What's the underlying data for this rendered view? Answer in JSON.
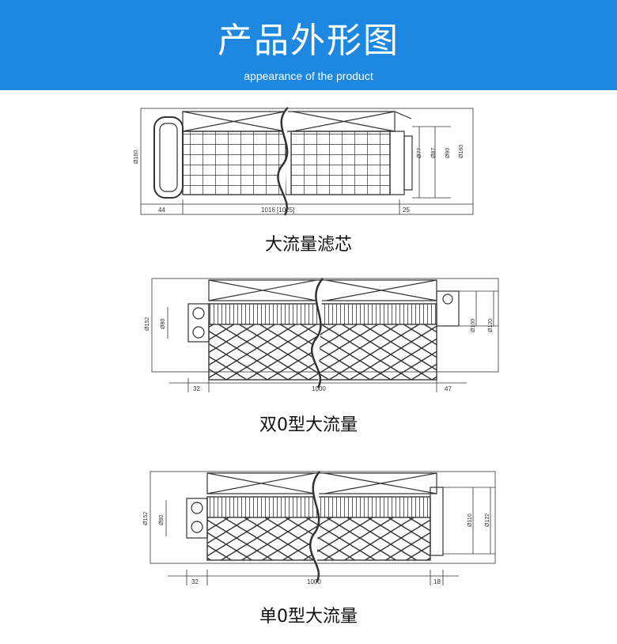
{
  "header": {
    "title": "产品外形图",
    "subtitle": "appearance of the product"
  },
  "figures": [
    {
      "caption": "大流量滤芯",
      "dims": {
        "left": "44",
        "length": "1016 [1025]",
        "right": "25",
        "height": "Ø160",
        "d1": "Ø77",
        "d2": "Ø87",
        "d3": "Ø90",
        "d4": "Ø160"
      }
    },
    {
      "caption": "双0型大流量",
      "dims": {
        "left": "32",
        "length": "1000",
        "right": "47",
        "height": "Ø152",
        "port": "Ø80",
        "d1": "Ø100",
        "d2": "Ø120"
      }
    },
    {
      "caption": "单0型大流量",
      "dims": {
        "left": "32",
        "length": "1000",
        "right": "18",
        "height": "Ø152",
        "port": "Ø80",
        "d1": "Ø110",
        "d2": "Ø122"
      }
    }
  ],
  "colors": {
    "banner": "#1e88e0",
    "line": "#333333"
  }
}
